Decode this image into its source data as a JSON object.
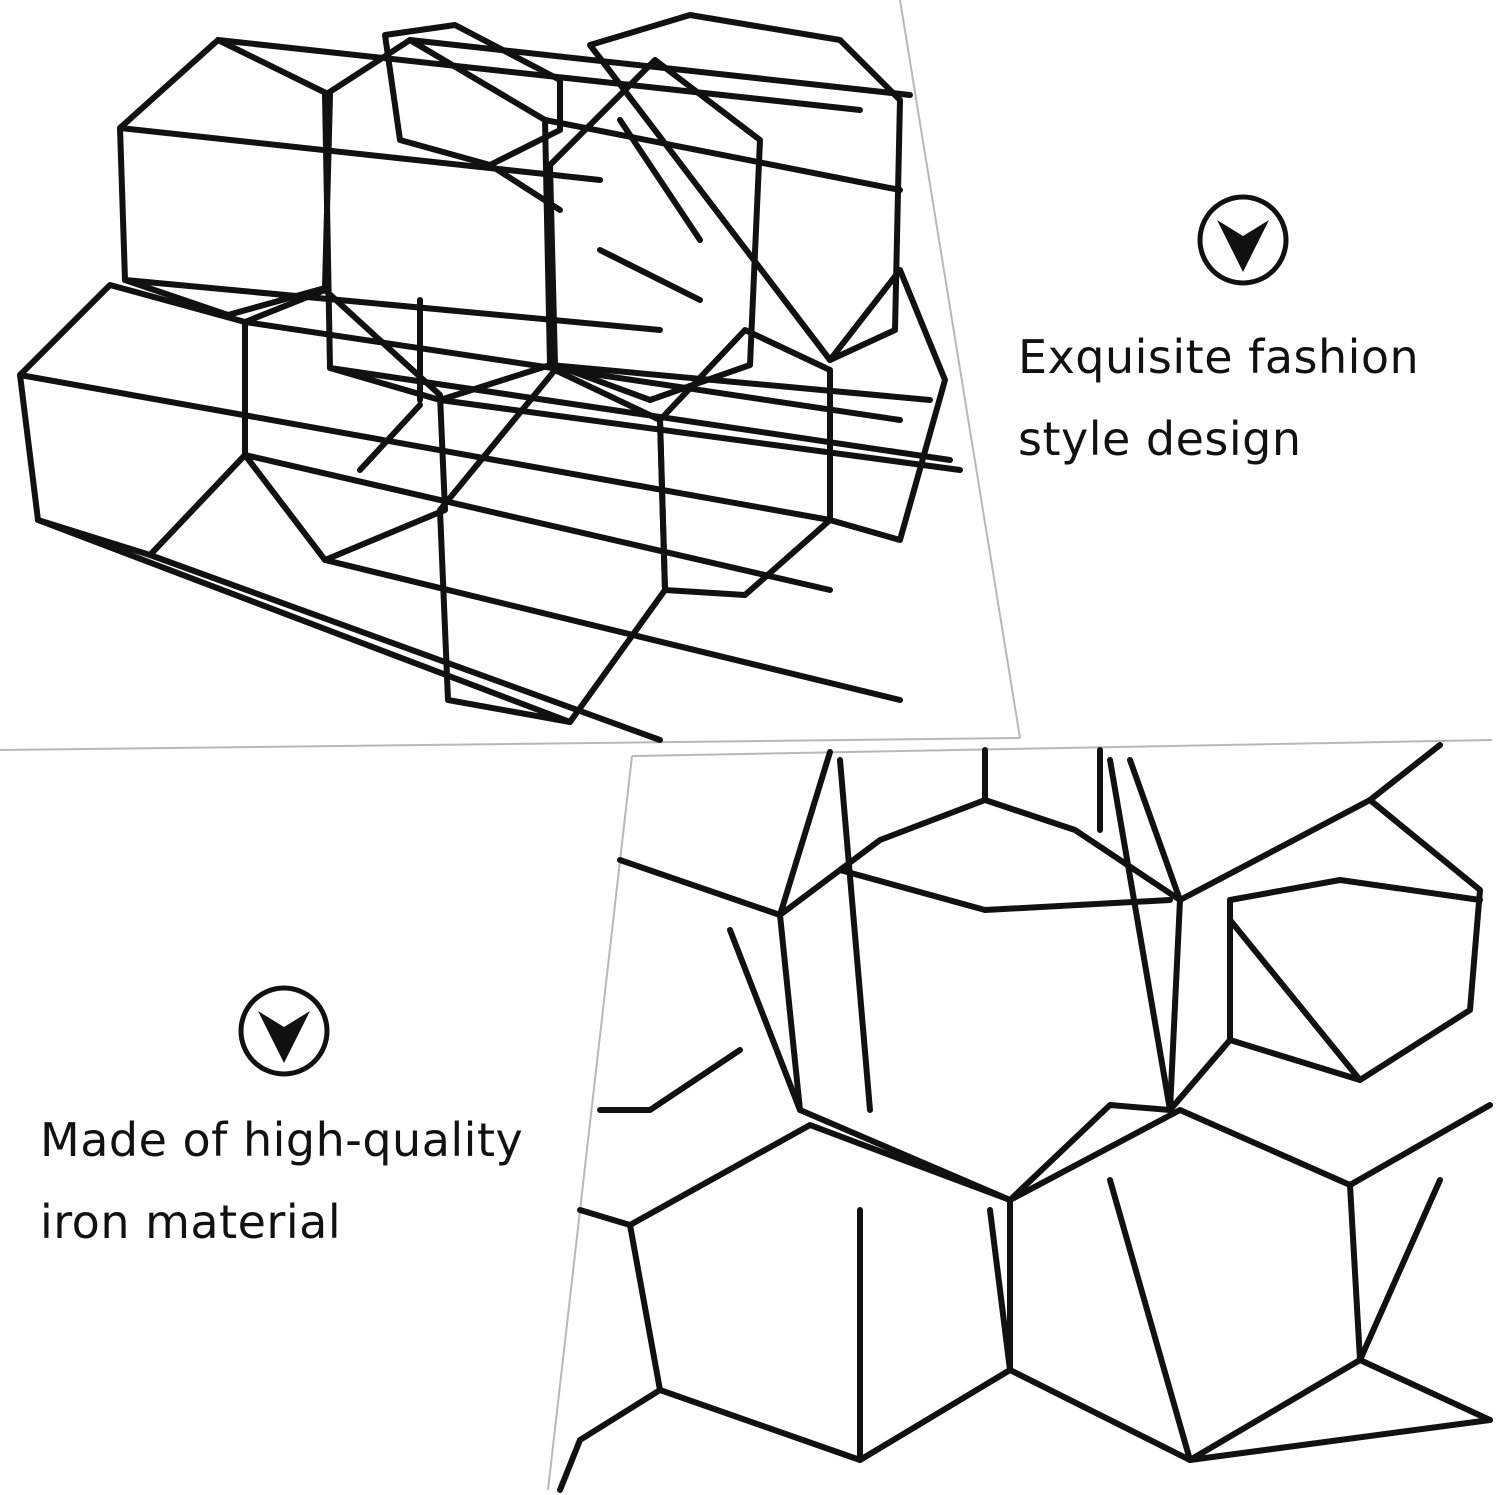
{
  "features": [
    {
      "icon": "chevron-down-circle-icon",
      "lines": [
        "Exquisite fashion",
        "style design"
      ]
    },
    {
      "icon": "chevron-down-circle-icon",
      "lines": [
        "Made of high-quality",
        "iron material"
      ]
    }
  ],
  "colors": {
    "background": "#ffffff",
    "frame": "#111111",
    "text": "#111111"
  }
}
